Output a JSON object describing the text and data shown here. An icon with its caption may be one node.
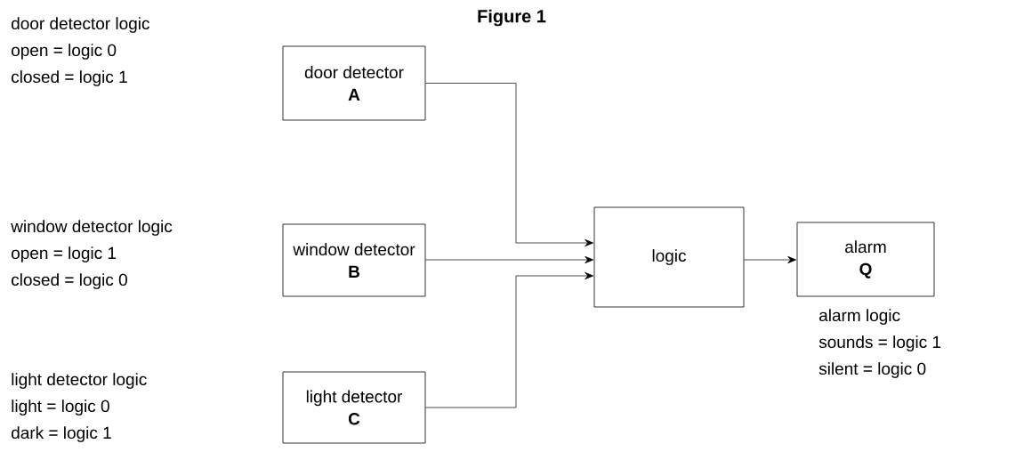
{
  "diagram": {
    "title": "Figure 1",
    "nodes": [
      {
        "text": [
          "door detector",
          "A"
        ],
        "beside": [
          "door detector logic",
          "open = logic 0",
          "closed = logic 1"
        ]
      },
      {
        "text": [
          "window detector",
          "B"
        ],
        "beside": [
          "window detector logic",
          "open = logic 1",
          "closed = logic 0"
        ]
      },
      {
        "text": [
          "light detector",
          "C"
        ],
        "beside": [
          "light detector logic",
          "light = logic 0",
          "dark = logic 1"
        ]
      },
      {
        "text": [
          "logic"
        ]
      },
      {
        "text": [
          "alarm",
          "Q"
        ],
        "beside": [
          "alarm logic",
          "sounds = logic 1",
          "silent = logic 0"
        ]
      }
    ],
    "edges": [
      {
        "from": 0,
        "to": 3,
        "arrow": "to"
      },
      {
        "from": 1,
        "to": 3,
        "arrow": "to"
      },
      {
        "from": 2,
        "to": 3,
        "arrow": "to"
      },
      {
        "from": 3,
        "to": 4,
        "arrow": "to"
      }
    ]
  }
}
